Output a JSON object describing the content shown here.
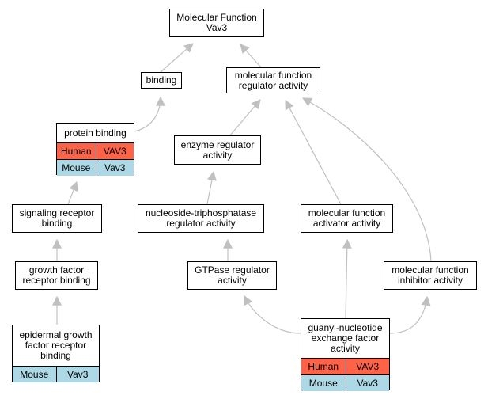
{
  "colors": {
    "edge": "#c0c0c0",
    "human": "#ff6347",
    "mouse": "#add8e6",
    "node_border": "#000000",
    "node_fill": "#ffffff"
  },
  "nodes": [
    {
      "id": "root",
      "label": "Molecular Function\nVav3"
    },
    {
      "id": "binding",
      "label": "binding"
    },
    {
      "id": "mf_regulator",
      "label": "molecular function\nregulator activity"
    },
    {
      "id": "protein_binding",
      "label": "protein binding",
      "annotations": [
        {
          "species": "Human",
          "gene": "VAV3"
        },
        {
          "species": "Mouse",
          "gene": "Vav3"
        }
      ]
    },
    {
      "id": "enzyme_regulator",
      "label": "enzyme regulator\nactivity"
    },
    {
      "id": "signaling_receptor",
      "label": "signaling receptor\nbinding"
    },
    {
      "id": "ntpase_regulator",
      "label": "nucleoside-triphosphatase\nregulator activity"
    },
    {
      "id": "mf_activator",
      "label": "molecular function\nactivator activity"
    },
    {
      "id": "growth_factor",
      "label": "growth factor\nreceptor binding"
    },
    {
      "id": "gtpase_regulator",
      "label": "GTPase regulator\nactivity"
    },
    {
      "id": "mf_inhibitor",
      "label": "molecular function\ninhibitor activity"
    },
    {
      "id": "egfr_binding",
      "label": "epidermal growth\nfactor receptor\nbinding",
      "annotations": [
        {
          "species": "Mouse",
          "gene": "Vav3"
        }
      ]
    },
    {
      "id": "gnef_activity",
      "label": "guanyl-nucleotide\nexchange factor\nactivity",
      "annotations": [
        {
          "species": "Human",
          "gene": "VAV3"
        },
        {
          "species": "Mouse",
          "gene": "Vav3"
        }
      ]
    }
  ],
  "edges": [
    {
      "from": "binding",
      "to": "root"
    },
    {
      "from": "mf_regulator",
      "to": "root"
    },
    {
      "from": "protein_binding",
      "to": "binding"
    },
    {
      "from": "enzyme_regulator",
      "to": "mf_regulator"
    },
    {
      "from": "mf_activator",
      "to": "mf_regulator"
    },
    {
      "from": "mf_inhibitor",
      "to": "mf_regulator"
    },
    {
      "from": "signaling_receptor",
      "to": "protein_binding"
    },
    {
      "from": "ntpase_regulator",
      "to": "enzyme_regulator"
    },
    {
      "from": "growth_factor",
      "to": "signaling_receptor"
    },
    {
      "from": "gtpase_regulator",
      "to": "ntpase_regulator"
    },
    {
      "from": "egfr_binding",
      "to": "growth_factor"
    },
    {
      "from": "gnef_activity",
      "to": "gtpase_regulator"
    },
    {
      "from": "gnef_activity",
      "to": "mf_activator"
    },
    {
      "from": "gnef_activity",
      "to": "mf_inhibitor"
    }
  ]
}
